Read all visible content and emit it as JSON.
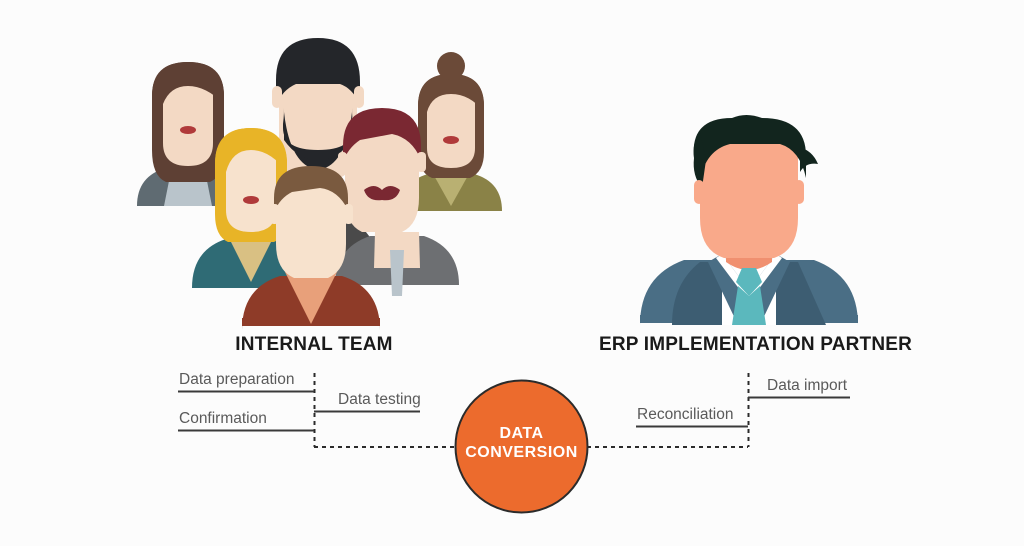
{
  "background_color": "#fcfcfc",
  "groups": [
    {
      "id": "internal-team",
      "title": "INTERNAL TEAM",
      "illustration": "group-of-six-people-avatars"
    },
    {
      "id": "erp-implementation-partner",
      "title": "ERP IMPLEMENTATION PARTNER",
      "illustration": "businessman-avatar"
    }
  ],
  "center_node": {
    "line1": "DATA",
    "line2": "CONVERSION",
    "fill_color": "#ec6b2d",
    "stroke_color": "#2b2b2b",
    "text_color": "#ffffff"
  },
  "steps": {
    "left": [
      {
        "id": "data-preparation",
        "label": "Data preparation"
      },
      {
        "id": "confirmation",
        "label": "Confirmation"
      },
      {
        "id": "data-testing",
        "label": "Data testing"
      }
    ],
    "right": [
      {
        "id": "data-import",
        "label": "Data import"
      },
      {
        "id": "reconciliation",
        "label": "Reconciliation"
      }
    ]
  },
  "palette": {
    "label_text": "#5a5a5a",
    "title_text": "#1a1a1a",
    "rule_line": "#3a3a3a",
    "dotted_line": "#2b2b2b",
    "accent_orange": "#ec6b2d"
  },
  "avatars": {
    "brunette_woman": {
      "hair": "#5e4034",
      "skin": "#f3d9c4",
      "clothes": "#5f6b72",
      "inner": "#b9c4cb",
      "lips": "#b03a3a"
    },
    "bearded_man": {
      "hair": "#24262a",
      "beard": "#24262a",
      "skin": "#f3d9c4",
      "clothes": "#4a4a4a"
    },
    "bun_woman": {
      "hair": "#6b4a38",
      "skin": "#f3d9c4",
      "clothes": "#8a8247",
      "inner": "#b9b072",
      "lips": "#b03a3a"
    },
    "blonde_woman": {
      "hair": "#e8b427",
      "skin": "#f7e2cd",
      "clothes": "#2f6b75",
      "inner": "#d9c083",
      "lips": "#b03a3a"
    },
    "mustache_man": {
      "hair": "#7a2832",
      "mustache": "#7a2832",
      "skin": "#f3d9c4",
      "clothes": "#6d6f72",
      "tie": "#b9c4cb"
    },
    "front_man": {
      "hair": "#7a5a3f",
      "skin": "#f7e2cd",
      "clothes": "#8e3b28",
      "inner": "#e8a07a"
    },
    "businessman": {
      "hair": "#12251e",
      "skin": "#f9a98a",
      "suit": "#4a6e85",
      "suit_dark": "#3d5d72",
      "shirt": "#ffffff",
      "tie": "#5bb8bd"
    }
  }
}
